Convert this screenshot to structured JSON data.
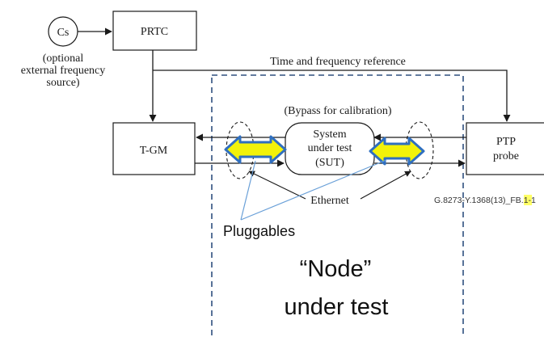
{
  "nodes": {
    "cs": "Cs",
    "prtc": "PRTC",
    "tgm": "T-GM",
    "sut_line1": "System",
    "sut_line2": "under test",
    "sut_line3": "(SUT)",
    "ptp_line1": "PTP",
    "ptp_line2": "probe"
  },
  "labels": {
    "optional_line1": "(optional",
    "optional_line2": "external frequency",
    "optional_line3": "source)",
    "time_ref": "Time and frequency reference",
    "bypass": "(Bypass for calibration)",
    "ethernet": "Ethernet",
    "figure_ref_a": "G.8273-Y.1368(13)_F",
    "figure_ref_b": "B.",
    "figure_ref_c": "1-1",
    "pluggables": "Pluggables",
    "node_line1": "“Node”",
    "node_line2": "under test"
  },
  "colors": {
    "line": "#1a1a1a",
    "dashed_box": "#2f4f7f",
    "arrow_fill": "#f2f20a",
    "arrow_stroke": "#2f6fc0",
    "pointer_line": "#6aa0d8",
    "highlight": "#ffff66"
  }
}
